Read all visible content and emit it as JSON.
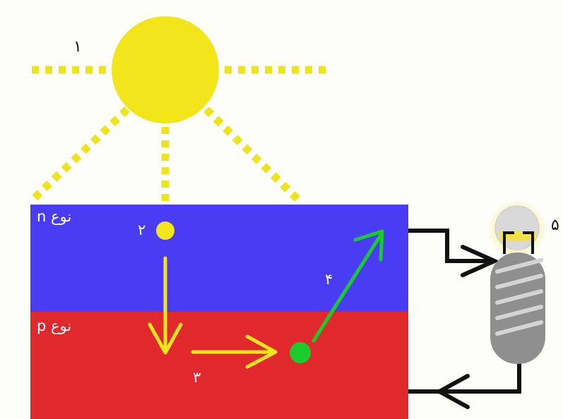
{
  "labels": {
    "sun_number": "١",
    "n_layer": "نوع n",
    "p_layer": "نوع p",
    "electron_number": "٢",
    "arrow3_number": "٣",
    "arrow4_number": "۴",
    "bulb_number": "۵"
  },
  "colors": {
    "background": "#fdfdfa",
    "sun": "#f2e51a",
    "rays": "#eee41e",
    "n_layer": "#4a3cf5",
    "p_layer": "#e1292d",
    "electron": "#f2e51a",
    "hole": "#19cc2c",
    "yellow_arrow": "#f2e51a",
    "green_arrow": "#19cc2c",
    "wire": "#111111",
    "bulb_base": "#8f8f8f",
    "bulb_glass": "#d9d9d9"
  },
  "icons": {
    "sun": "sun-icon",
    "bulb": "light-bulb-icon"
  }
}
